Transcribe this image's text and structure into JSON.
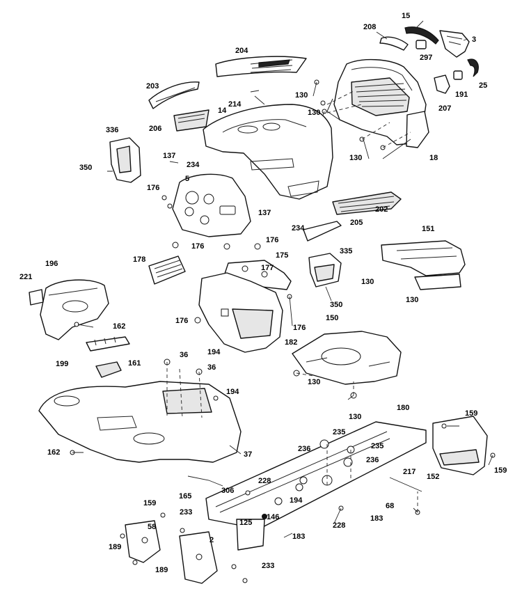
{
  "callouts": [
    {
      "id": "c15",
      "text": "15"
    },
    {
      "id": "c208",
      "text": "208"
    },
    {
      "id": "c3",
      "text": "3"
    },
    {
      "id": "c297",
      "text": "297"
    },
    {
      "id": "c204",
      "text": "204"
    },
    {
      "id": "c203",
      "text": "203"
    },
    {
      "id": "c191",
      "text": "191"
    },
    {
      "id": "c25",
      "text": "25"
    },
    {
      "id": "c130a",
      "text": "130"
    },
    {
      "id": "c130b",
      "text": "130"
    },
    {
      "id": "c214",
      "text": "214"
    },
    {
      "id": "c14",
      "text": "14"
    },
    {
      "id": "c207",
      "text": "207"
    },
    {
      "id": "c206",
      "text": "206"
    },
    {
      "id": "c336",
      "text": "336"
    },
    {
      "id": "c130c",
      "text": "130"
    },
    {
      "id": "c18",
      "text": "18"
    },
    {
      "id": "c137a",
      "text": "137"
    },
    {
      "id": "c234a",
      "text": "234"
    },
    {
      "id": "c350a",
      "text": "350"
    },
    {
      "id": "c5",
      "text": "5"
    },
    {
      "id": "c176a",
      "text": "176"
    },
    {
      "id": "c202",
      "text": "202"
    },
    {
      "id": "c137b",
      "text": "137"
    },
    {
      "id": "c234b",
      "text": "234"
    },
    {
      "id": "c205",
      "text": "205"
    },
    {
      "id": "c151",
      "text": "151"
    },
    {
      "id": "c176b",
      "text": "176"
    },
    {
      "id": "c176c",
      "text": "176"
    },
    {
      "id": "c178",
      "text": "178"
    },
    {
      "id": "c335",
      "text": "335"
    },
    {
      "id": "c175",
      "text": "175"
    },
    {
      "id": "c177",
      "text": "177"
    },
    {
      "id": "c196",
      "text": "196"
    },
    {
      "id": "c221",
      "text": "221"
    },
    {
      "id": "c130d",
      "text": "130"
    },
    {
      "id": "c350b",
      "text": "350"
    },
    {
      "id": "c130e",
      "text": "130"
    },
    {
      "id": "c162a",
      "text": "162"
    },
    {
      "id": "c176d",
      "text": "176"
    },
    {
      "id": "c176e",
      "text": "176"
    },
    {
      "id": "c150",
      "text": "150"
    },
    {
      "id": "c182",
      "text": "182"
    },
    {
      "id": "c36a",
      "text": "36"
    },
    {
      "id": "c194a",
      "text": "194"
    },
    {
      "id": "c199",
      "text": "199"
    },
    {
      "id": "c161",
      "text": "161"
    },
    {
      "id": "c36b",
      "text": "36"
    },
    {
      "id": "c130f",
      "text": "130"
    },
    {
      "id": "c194b",
      "text": "194"
    },
    {
      "id": "c130g",
      "text": "130"
    },
    {
      "id": "c180",
      "text": "180"
    },
    {
      "id": "c159a",
      "text": "159"
    },
    {
      "id": "c235a",
      "text": "235"
    },
    {
      "id": "c236a",
      "text": "236"
    },
    {
      "id": "c235b",
      "text": "235"
    },
    {
      "id": "c162b",
      "text": "162"
    },
    {
      "id": "c37",
      "text": "37"
    },
    {
      "id": "c236b",
      "text": "236"
    },
    {
      "id": "c159b",
      "text": "159"
    },
    {
      "id": "c152",
      "text": "152"
    },
    {
      "id": "c217",
      "text": "217"
    },
    {
      "id": "c228a",
      "text": "228"
    },
    {
      "id": "c165",
      "text": "165"
    },
    {
      "id": "c306",
      "text": "306"
    },
    {
      "id": "c194c",
      "text": "194"
    },
    {
      "id": "c159c",
      "text": "159"
    },
    {
      "id": "c68",
      "text": "68"
    },
    {
      "id": "c233a",
      "text": "233"
    },
    {
      "id": "c146",
      "text": "146"
    },
    {
      "id": "c125",
      "text": "125"
    },
    {
      "id": "c228b",
      "text": "228"
    },
    {
      "id": "c183a",
      "text": "183"
    },
    {
      "id": "c58",
      "text": "58"
    },
    {
      "id": "c2",
      "text": "2"
    },
    {
      "id": "c183b",
      "text": "183"
    },
    {
      "id": "c189a",
      "text": "189"
    },
    {
      "id": "c189b",
      "text": "189"
    },
    {
      "id": "c233b",
      "text": "233"
    }
  ]
}
